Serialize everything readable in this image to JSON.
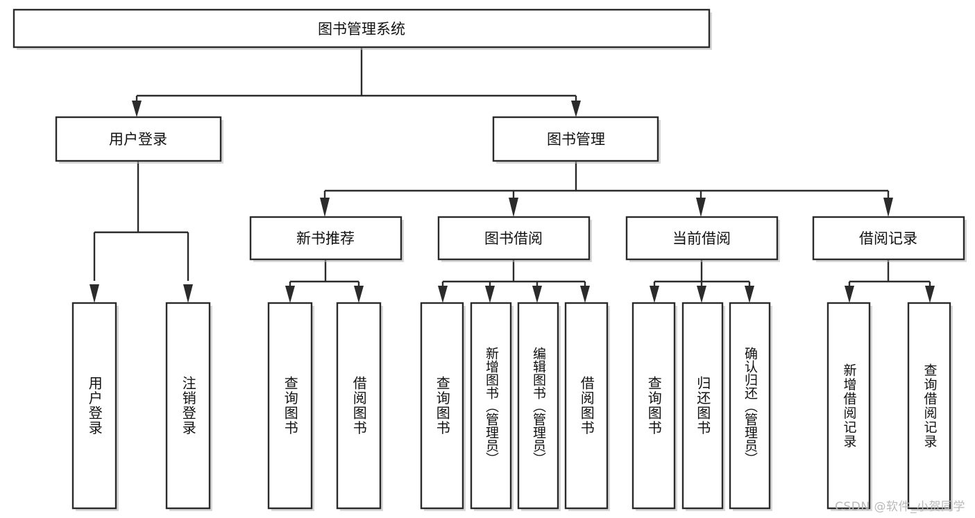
{
  "diagram": {
    "type": "hierarchy-tree",
    "title_node": {
      "id": "root",
      "label": "图书管理系统"
    },
    "level2": [
      {
        "id": "user-login",
        "label": "用户登录"
      },
      {
        "id": "book-mgmt",
        "label": "图书管理"
      }
    ],
    "level3": [
      {
        "id": "new-book-rec",
        "label": "新书推荐",
        "parent": "book-mgmt"
      },
      {
        "id": "book-borrow",
        "label": "图书借阅",
        "parent": "book-mgmt"
      },
      {
        "id": "current-borrow",
        "label": "当前借阅",
        "parent": "book-mgmt"
      },
      {
        "id": "borrow-record",
        "label": "借阅记录",
        "parent": "book-mgmt"
      }
    ],
    "leaves": [
      {
        "id": "leaf-user-login",
        "label": "用户登录",
        "parent": "user-login"
      },
      {
        "id": "leaf-logout",
        "label": "注销登录",
        "parent": "user-login"
      },
      {
        "id": "leaf-query-book-1",
        "label": "查询图书",
        "parent": "new-book-rec"
      },
      {
        "id": "leaf-borrow-book-1",
        "label": "借阅图书",
        "parent": "new-book-rec"
      },
      {
        "id": "leaf-query-book-2",
        "label": "查询图书",
        "parent": "book-borrow"
      },
      {
        "id": "leaf-add-book",
        "label": "新增图书（管理员）",
        "parent": "book-borrow"
      },
      {
        "id": "leaf-edit-book",
        "label": "编辑图书（管理员）",
        "parent": "book-borrow"
      },
      {
        "id": "leaf-borrow-book-2",
        "label": "借阅图书",
        "parent": "book-borrow"
      },
      {
        "id": "leaf-query-book-3",
        "label": "查询图书",
        "parent": "current-borrow"
      },
      {
        "id": "leaf-return-book",
        "label": "归还图书",
        "parent": "current-borrow"
      },
      {
        "id": "leaf-confirm-return",
        "label": "确认归还（管理员）",
        "parent": "current-borrow"
      },
      {
        "id": "leaf-add-record",
        "label": "新增借阅记录",
        "parent": "borrow-record"
      },
      {
        "id": "leaf-query-record",
        "label": "查询借阅记录",
        "parent": "borrow-record"
      }
    ],
    "watermark": "CSDN @软件_小贺同学",
    "colors": {
      "stroke": "#2b2b2b",
      "fill": "#ffffff",
      "text": "#111111",
      "watermark": "#b9b9b9",
      "background": "#ffffff"
    }
  }
}
